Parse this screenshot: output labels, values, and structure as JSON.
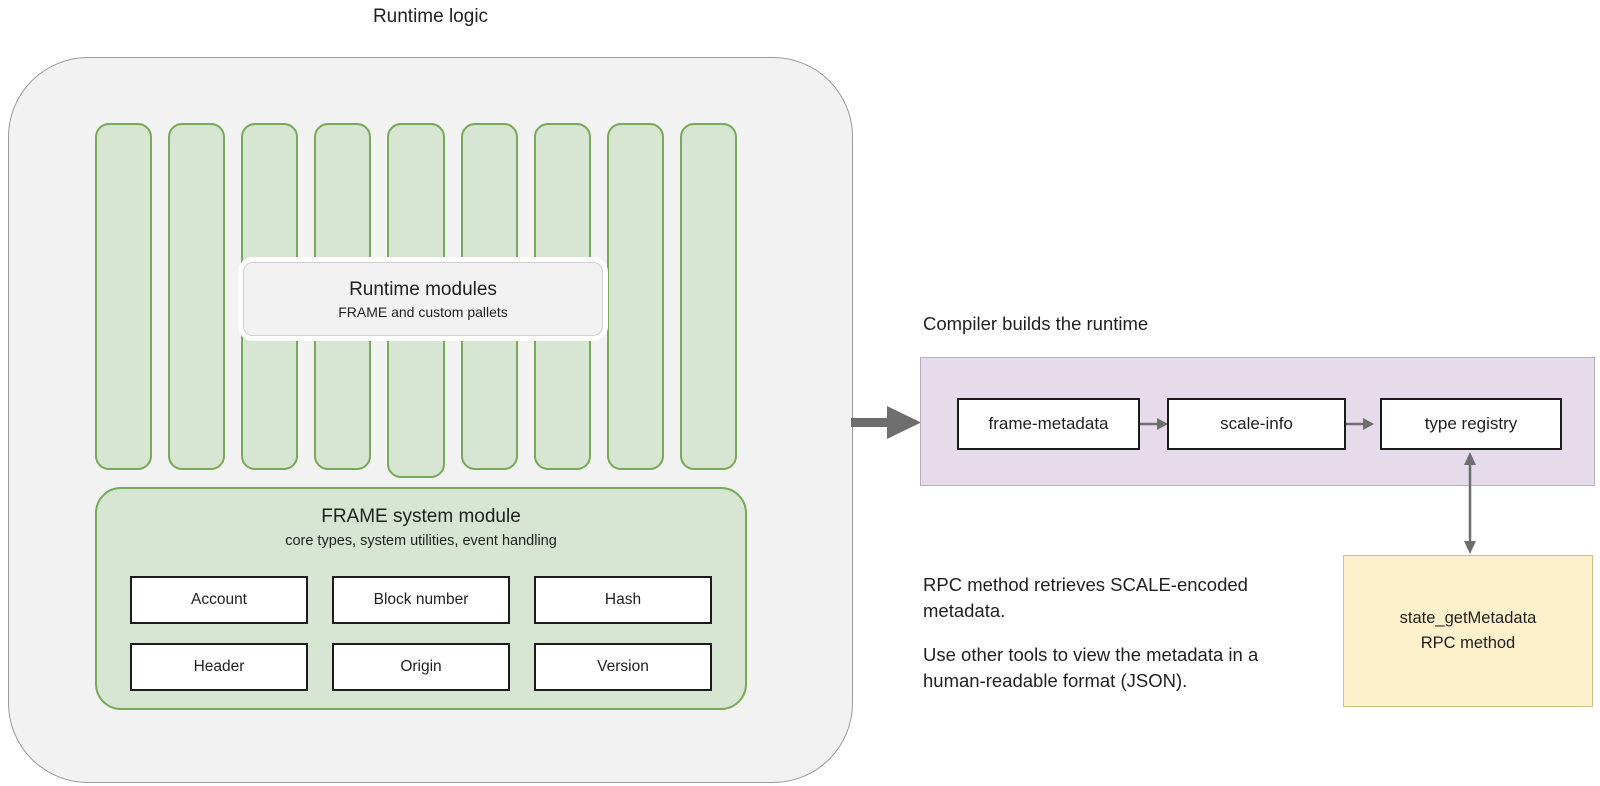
{
  "runtime_logic": {
    "title": "Runtime logic",
    "bar_count": 9,
    "runtime_modules_label": {
      "title": "Runtime modules",
      "subtitle": "FRAME and custom pallets"
    },
    "frame_system_module": {
      "title": "FRAME system module",
      "subtitle": "core types, system utilities, event handling",
      "items": [
        "Account",
        "Block number",
        "Hash",
        "Header",
        "Origin",
        "Version"
      ]
    }
  },
  "compiler": {
    "title": "Compiler builds the runtime",
    "pipeline": [
      "frame-metadata",
      "scale-info",
      "type registry"
    ]
  },
  "rpc": {
    "paragraph1": [
      "RPC method retrieves SCALE-encoded",
      "metadata."
    ],
    "paragraph2": [
      "Use other tools to view the metadata in a",
      "human-readable format (JSON)."
    ],
    "method_box": [
      "state_getMetadata",
      "RPC method"
    ]
  },
  "colors": {
    "panel_gray": "#f2f2f3",
    "panel_border": "#9a9a9a",
    "green_fill": "#d6e6d2",
    "green_border": "#76a958",
    "purple_fill": "#e5dbeb",
    "purple_border": "#b9aec0",
    "yellow_fill": "#fdf1cc",
    "yellow_border": "#cbc18d",
    "arrow_gray": "#6e6e6e",
    "box_border_black": "#1b1b1b"
  }
}
